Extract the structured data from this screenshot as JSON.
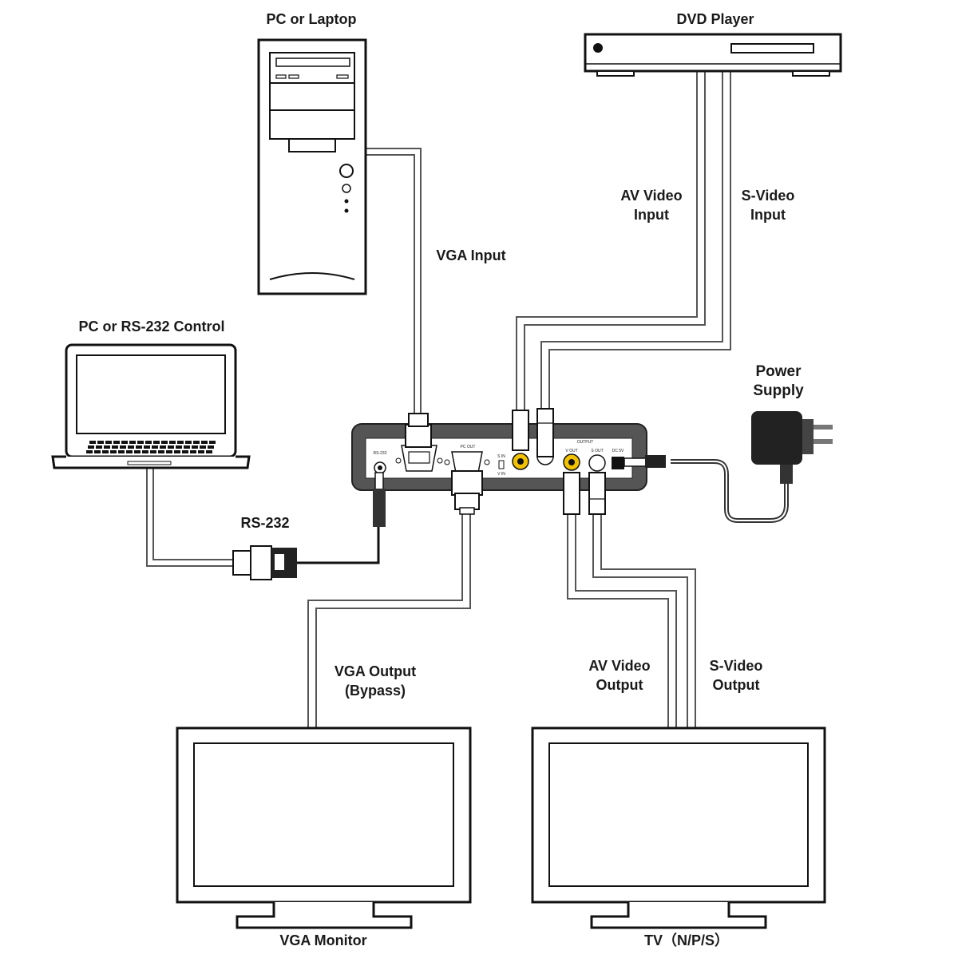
{
  "devices": {
    "pc": {
      "label": "PC or Laptop"
    },
    "dvd": {
      "label": "DVD Player"
    },
    "control": {
      "label": "PC or RS-232 Control"
    },
    "power": {
      "label_line1": "Power",
      "label_line2": "Supply"
    },
    "monitor": {
      "label": "VGA Monitor"
    },
    "tv": {
      "label": "TV（N/P/S）"
    }
  },
  "connections": {
    "vga_input": {
      "label": "VGA Input"
    },
    "av_input": {
      "line1": "AV Video",
      "line2": "Input"
    },
    "s_input": {
      "line1": "S-Video",
      "line2": "Input"
    },
    "rs232": {
      "label": "RS-232"
    },
    "vga_output": {
      "line1": "VGA Output",
      "line2": "(Bypass)"
    },
    "av_output": {
      "line1": "AV Video",
      "line2": "Output"
    },
    "s_output": {
      "line1": "S-Video",
      "line2": "Output"
    }
  },
  "panel": {
    "rs232": "RS-232",
    "pc_out": "PC OUT",
    "s_in": "S IN",
    "v_in": "V IN",
    "output": "OUTPUT",
    "v_out": "V OUT",
    "s_out": "S OUT",
    "dc": "DC 5V"
  }
}
